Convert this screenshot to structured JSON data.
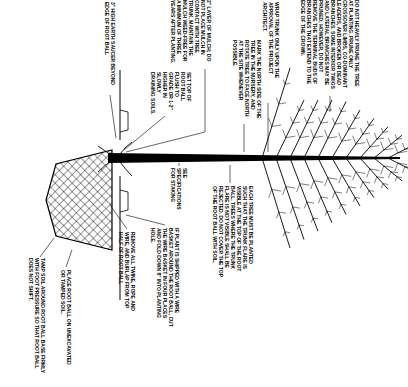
{
  "diagram": {
    "labels": [
      "DO NOT HEAVILY PRUNE THE TREE AT PLANTING. PRUNE ONLY CROSSOVER LIMBS, CO-DOMINANT LEADERS, AND BROKEN OR DEAD BRANCHES. SOME INTERIOR TWIGS AND LATERAL BRANCHES MAY BE PRUNED; HOWEVER, DO NOT REMOVE THE TERMINAL BUDS OF BRANCHES THAT EXTEND TO THE EDGE OF THE CROWN.",
      "WRAP TRUNK ONLY UPON THE APPROVAL OF THE PROJECT ARCHITECT.",
      "MARK THE NORTH SIDE OF THE TREE IN THE NURSERY, AND ROTATE TREE TO FACE NORTH AT THE SITE WHENEVER POSSIBLE.",
      "2\" LAYER OF MULCH; DO NOT PLACE MULCH IN CONTACT WITH TREE TRUNK. MAINTAIN THE MULCH WEED-FREE FOR A MINIMUM OF THREE YEARS AFTER PLANTING.",
      "SET TOP OF ROOT BALL FLUSH TO GRADE OR 1-2\" HIGHER IN SLOWLY DRAINING SOILS.",
      "3\" HIGH EARTH SAUCER BEYOND EDGE OF ROOT BALL",
      "EACH TREE MUST BE PLANTED SUCH THAT THE TRUNK FLARE IS VISIBLE AT THE TOP OF THE ROOT BALL. TREES WHERE THE TRUNK FLARE IS NOT VISIBLE SHALL BE REJECTED. DO NOT COVER THE TOP OF THE ROOT BALL WITH SOIL.",
      "SEE SPECIFICATIONS FOR STAKING",
      "IF PLANT IS SHIPPED WITH A WIRE BASKET AROUND THE ROOT BALL, CUT THE WIRE BASKET IN FOUR PLACES AND FOLD DOWN 8\" INTO PLANTING HOLE.",
      "REMOVE ALL TWINE, ROPE AND WIRE, AND BURLAP FROM TOP HALF OF ROOT BALL",
      "PLACE ROOT BALL ON UNEXCAVATED OR TAMPED SOIL.",
      "TAMP SOIL AROUND ROOT BALL BASE FIRMLY WITH FOOT PRESSURE SO THAT ROOT BALL DOES NOT SHIFT."
    ]
  }
}
